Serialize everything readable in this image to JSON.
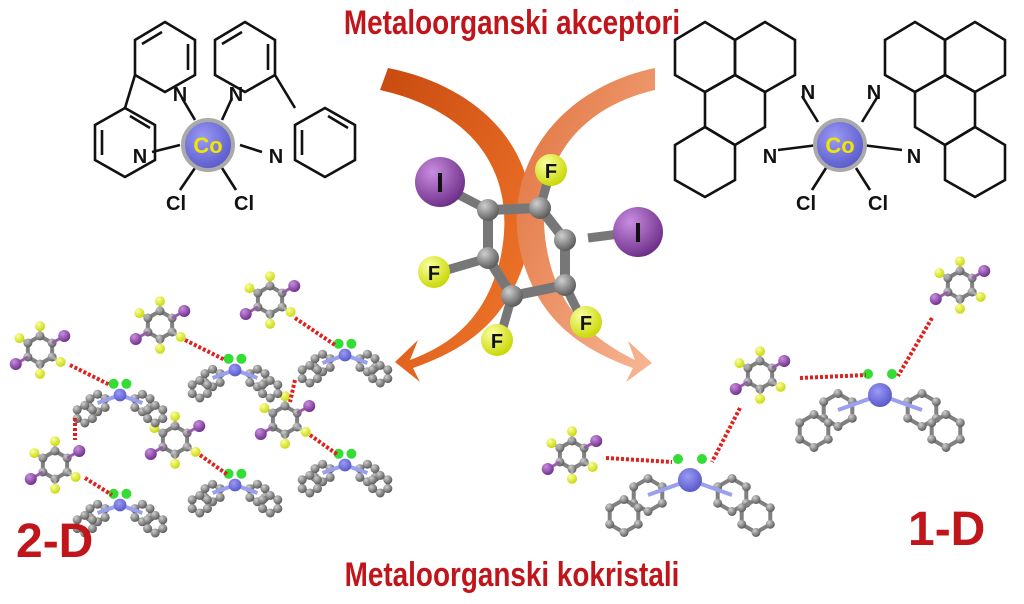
{
  "title_top": "Metaloorganski akceptori",
  "title_bottom": "Metaloorganski kokristali",
  "label_2d": "2-D",
  "label_1d": "1-D",
  "atoms": {
    "cobalt": "Co",
    "nitrogen": "N",
    "chlorine": "Cl",
    "iodine": "I",
    "fluorine": "F"
  },
  "colors": {
    "title_red": "#c0161b",
    "cobalt_blue": "#6a6ae0",
    "iodine_purple": "#8c3fa6",
    "fluorine_yellow": "#e6f21a",
    "carbon_gray": "#777777",
    "arrow_dark": "#e8621c",
    "arrow_light": "#f4a57a"
  }
}
